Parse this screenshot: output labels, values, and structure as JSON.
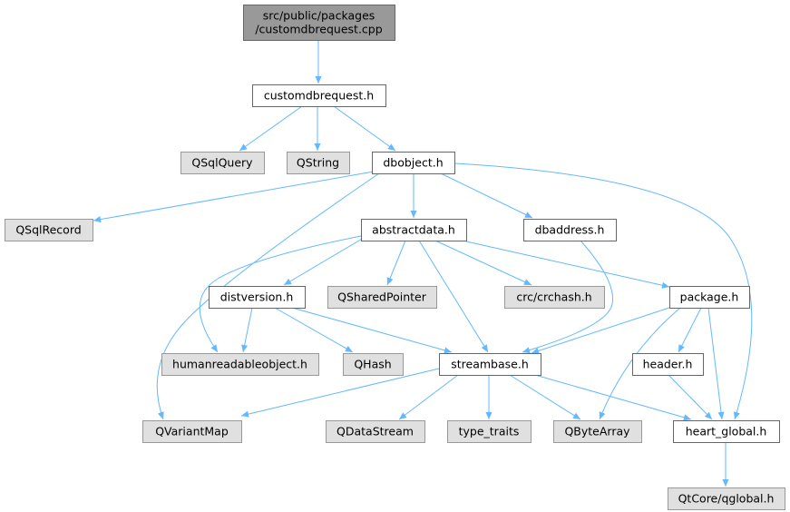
{
  "graph": {
    "colors": {
      "edge": "#63b8ff",
      "root_fill": "#999999",
      "external_fill": "#e0e0e0",
      "file_fill": "#ffffff",
      "border": "#666666"
    },
    "nodes": [
      {
        "id": "root",
        "kind": "root",
        "lines": [
          "src/public/packages",
          "/customdbrequest.cpp"
        ]
      },
      {
        "id": "customdbrequest_h",
        "kind": "file",
        "lines": [
          "customdbrequest.h"
        ]
      },
      {
        "id": "qsqlquery",
        "kind": "ext",
        "lines": [
          "QSqlQuery"
        ]
      },
      {
        "id": "qstring",
        "kind": "ext",
        "lines": [
          "QString"
        ]
      },
      {
        "id": "dbobject_h",
        "kind": "file",
        "lines": [
          "dbobject.h"
        ]
      },
      {
        "id": "qsqlrecord",
        "kind": "ext",
        "lines": [
          "QSqlRecord"
        ]
      },
      {
        "id": "abstractdata_h",
        "kind": "file",
        "lines": [
          "abstractdata.h"
        ]
      },
      {
        "id": "dbaddress_h",
        "kind": "file",
        "lines": [
          "dbaddress.h"
        ]
      },
      {
        "id": "distversion_h",
        "kind": "file",
        "lines": [
          "distversion.h"
        ]
      },
      {
        "id": "qsharedpointer",
        "kind": "ext",
        "lines": [
          "QSharedPointer"
        ]
      },
      {
        "id": "crchash_h",
        "kind": "ext",
        "lines": [
          "crc/crchash.h"
        ]
      },
      {
        "id": "package_h",
        "kind": "file",
        "lines": [
          "package.h"
        ]
      },
      {
        "id": "humanreadableobject_h",
        "kind": "ext",
        "lines": [
          "humanreadableobject.h"
        ]
      },
      {
        "id": "qhash",
        "kind": "ext",
        "lines": [
          "QHash"
        ]
      },
      {
        "id": "streambase_h",
        "kind": "file",
        "lines": [
          "streambase.h"
        ]
      },
      {
        "id": "header_h",
        "kind": "file",
        "lines": [
          "header.h"
        ]
      },
      {
        "id": "qvariantmap",
        "kind": "ext",
        "lines": [
          "QVariantMap"
        ]
      },
      {
        "id": "qdatastream",
        "kind": "ext",
        "lines": [
          "QDataStream"
        ]
      },
      {
        "id": "type_traits",
        "kind": "ext",
        "lines": [
          "type_traits"
        ]
      },
      {
        "id": "qbytearray",
        "kind": "ext",
        "lines": [
          "QByteArray"
        ]
      },
      {
        "id": "heart_global_h",
        "kind": "file",
        "lines": [
          "heart_global.h"
        ]
      },
      {
        "id": "qtcore_qglobal_h",
        "kind": "ext",
        "lines": [
          "QtCore/qglobal.h"
        ]
      }
    ],
    "edges": [
      {
        "from": "root",
        "to": "customdbrequest_h"
      },
      {
        "from": "customdbrequest_h",
        "to": "qsqlquery"
      },
      {
        "from": "customdbrequest_h",
        "to": "qstring"
      },
      {
        "from": "customdbrequest_h",
        "to": "dbobject_h"
      },
      {
        "from": "dbobject_h",
        "to": "qsqlrecord"
      },
      {
        "from": "dbobject_h",
        "to": "abstractdata_h"
      },
      {
        "from": "dbobject_h",
        "to": "dbaddress_h"
      },
      {
        "from": "dbobject_h",
        "to": "qvariantmap"
      },
      {
        "from": "dbobject_h",
        "to": "heart_global_h"
      },
      {
        "from": "abstractdata_h",
        "to": "distversion_h"
      },
      {
        "from": "abstractdata_h",
        "to": "qsharedpointer"
      },
      {
        "from": "abstractdata_h",
        "to": "crchash_h"
      },
      {
        "from": "abstractdata_h",
        "to": "package_h"
      },
      {
        "from": "abstractdata_h",
        "to": "humanreadableobject_h"
      },
      {
        "from": "abstractdata_h",
        "to": "streambase_h"
      },
      {
        "from": "dbaddress_h",
        "to": "streambase_h"
      },
      {
        "from": "distversion_h",
        "to": "humanreadableobject_h"
      },
      {
        "from": "distversion_h",
        "to": "qhash"
      },
      {
        "from": "distversion_h",
        "to": "streambase_h"
      },
      {
        "from": "package_h",
        "to": "streambase_h"
      },
      {
        "from": "package_h",
        "to": "header_h"
      },
      {
        "from": "package_h",
        "to": "qbytearray"
      },
      {
        "from": "package_h",
        "to": "heart_global_h"
      },
      {
        "from": "streambase_h",
        "to": "qvariantmap"
      },
      {
        "from": "streambase_h",
        "to": "qdatastream"
      },
      {
        "from": "streambase_h",
        "to": "type_traits"
      },
      {
        "from": "streambase_h",
        "to": "qbytearray"
      },
      {
        "from": "streambase_h",
        "to": "heart_global_h"
      },
      {
        "from": "header_h",
        "to": "heart_global_h"
      },
      {
        "from": "heart_global_h",
        "to": "qtcore_qglobal_h"
      }
    ]
  }
}
